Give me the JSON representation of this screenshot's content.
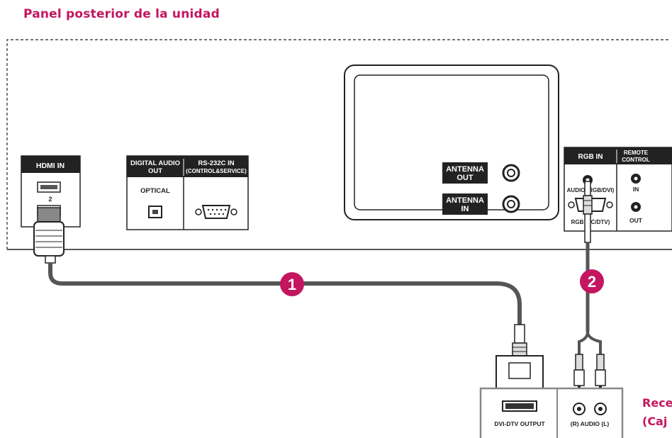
{
  "title": "Panel posterior de la unidad",
  "receiver_label": [
    "Rece",
    "(Caj"
  ],
  "ports": {
    "hdmi_in": "HDMI IN",
    "hdmi_port_2": "2",
    "digital_audio_out": [
      "DIGITAL AUDIO",
      "OUT"
    ],
    "optical": "OPTICAL",
    "rs232c_in": [
      "RS-232C IN",
      "(CONTROL&SERVICE)"
    ],
    "antenna_out": [
      "ANTENNA",
      "OUT"
    ],
    "antenna_in": [
      "ANTENNA",
      "IN"
    ],
    "rgb_in": "RGB IN",
    "audio_rgb_dvi": "AUDIO (RGB/DVI)",
    "rgb_pc_dtv": "RGB (PC/DTV)",
    "remote_control": [
      "REMOTE",
      "CONTROL"
    ],
    "remote_in": "IN",
    "remote_out": "OUT"
  },
  "callouts": [
    "1",
    "2"
  ],
  "receiver": {
    "dvi_dtv_output": "DVI-DTV OUTPUT",
    "audio_rl": "(R) AUDIO (L)"
  },
  "colors": {
    "accent": "#c4155f",
    "panel": "#222222",
    "cable": "#555555"
  }
}
